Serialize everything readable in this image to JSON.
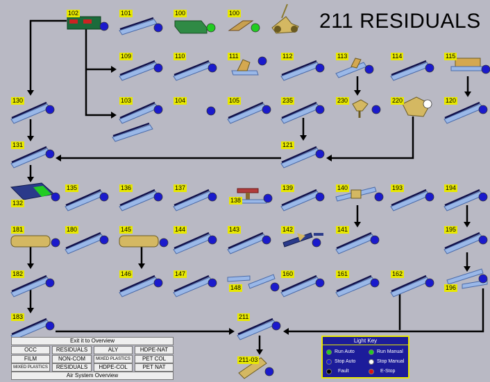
{
  "title": "211 RESIDUALS",
  "conveyor_ids": [
    "102",
    "101",
    "100",
    "100",
    "109",
    "110",
    "111",
    "112",
    "113",
    "114",
    "115",
    "130",
    "103",
    "104",
    "105",
    "235",
    "230",
    "220",
    "120",
    "131",
    "121",
    "132",
    "135",
    "136",
    "137",
    "138",
    "139",
    "140",
    "193",
    "194",
    "181",
    "180",
    "145",
    "144",
    "143",
    "142",
    "141",
    "195",
    "182",
    "146",
    "147",
    "148",
    "160",
    "161",
    "162",
    "196",
    "183",
    "211",
    "211-03"
  ],
  "nav": {
    "exit_label": "Exit it to Overview",
    "air_label": "Air System Overview",
    "buttons": [
      "OCC",
      "RESIDUALS",
      "ALY",
      "HDPE-NAT",
      "FILM",
      "NON-COM",
      "MIXED PLASTICS",
      "PET COL",
      "MIXED PLASTICS",
      "RESIDUALS",
      "HDPE-COL",
      "PET NAT"
    ]
  },
  "light_key": {
    "title": "Light Key",
    "items": [
      {
        "label": "Run Auto",
        "color": "#22cc22"
      },
      {
        "label": "Run Manual",
        "color": "#22cc22"
      },
      {
        "label": "Stop Auto",
        "color": "#1a1acc"
      },
      {
        "label": "Stop Manual",
        "color": "#ffffff"
      },
      {
        "label": "Fault",
        "color": "#000000"
      },
      {
        "label": "E-Stop",
        "color": "#dd1111"
      }
    ]
  },
  "colors": {
    "run": "#22cc22",
    "stop_auto": "#1a1acc",
    "stop_manual": "#ffffff",
    "belt": "#9ab8e8",
    "label_bg": "#e8e800"
  }
}
